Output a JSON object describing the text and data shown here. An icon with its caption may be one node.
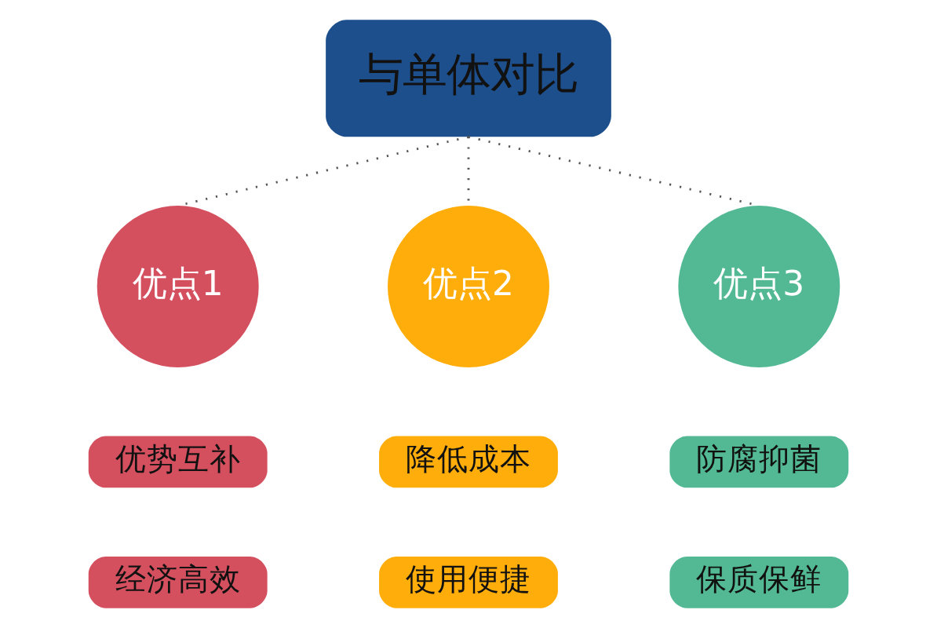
{
  "diagram": {
    "nodes": [
      {
        "text": [
          "与单体对比"
        ]
      },
      {
        "text": [
          "优点1"
        ]
      },
      {
        "text": [
          "优点2"
        ]
      },
      {
        "text": [
          "优点3"
        ]
      },
      {
        "text": [
          "优势互补"
        ]
      },
      {
        "text": [
          "经济高效"
        ]
      },
      {
        "text": [
          "降低成本"
        ]
      },
      {
        "text": [
          "使用便捷"
        ]
      },
      {
        "text": [
          "防腐抑菌"
        ]
      },
      {
        "text": [
          "保质保鲜"
        ]
      }
    ],
    "edges": [
      {
        "from": 0,
        "to": 1,
        "arrow": "none",
        "style": "dashed"
      },
      {
        "from": 0,
        "to": 2,
        "arrow": "none",
        "style": "dashed"
      },
      {
        "from": 0,
        "to": 3,
        "arrow": "none",
        "style": "dashed"
      }
    ]
  }
}
